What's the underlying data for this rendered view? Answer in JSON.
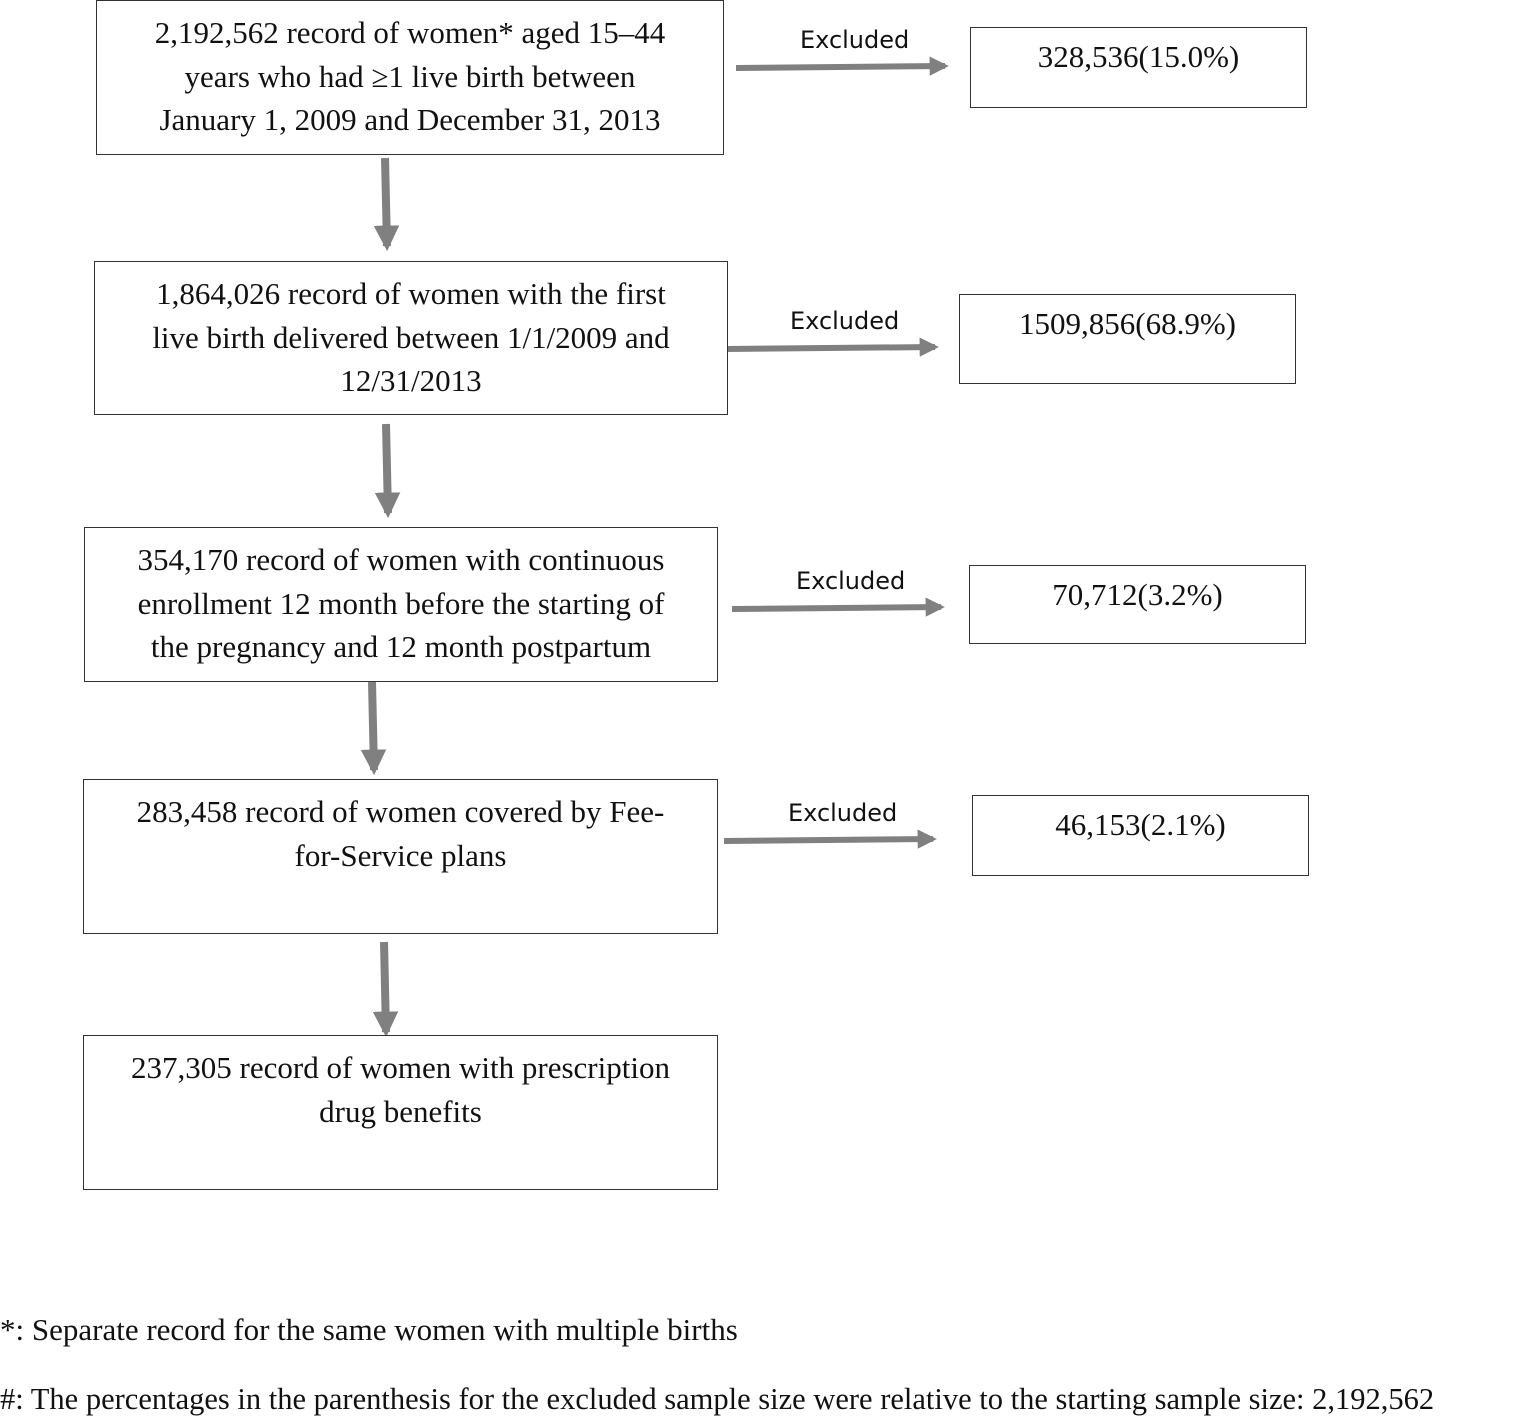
{
  "steps": [
    {
      "lines": [
        "2,192,562 record of women* aged 15–44",
        "years who had ≥1 live birth between",
        "January 1, 2009 and December 31, 2013"
      ]
    },
    {
      "lines": [
        "1,864,026 record of women with the first",
        "live birth delivered between 1/1/2009 and",
        "12/31/2013"
      ]
    },
    {
      "lines": [
        "354,170 record of women with continuous",
        "enrollment 12 month before the starting of",
        "the pregnancy and 12 month postpartum"
      ]
    },
    {
      "lines": [
        "283,458 record of women covered by Fee-",
        "for-Service plans"
      ]
    },
    {
      "lines": [
        "237,305 record of women with prescription",
        "drug benefits"
      ]
    }
  ],
  "exclusions": [
    {
      "label": "Excluded",
      "value": "328,536(15.0%)"
    },
    {
      "label": "Excluded",
      "value": "1509,856(68.9%)"
    },
    {
      "label": "Excluded",
      "value": "70,712(3.2%)"
    },
    {
      "label": "Excluded",
      "value": "46,153(2.1%)"
    }
  ],
  "footnotes": [
    "*: Separate record for the same women with multiple births",
    "#: The percentages in the parenthesis for the excluded sample size were relative to the starting sample size: 2,192,562"
  ],
  "colors": {
    "arrow": "#808080",
    "border": "#333333",
    "text": "#111111"
  }
}
